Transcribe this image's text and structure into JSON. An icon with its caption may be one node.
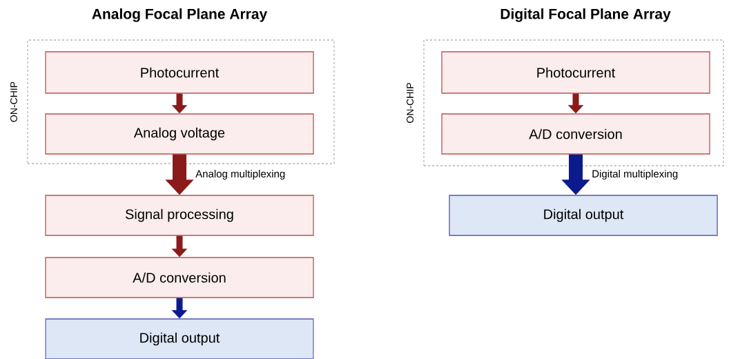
{
  "diagram": {
    "nodes": [
      {
        "text": [
          "ON-CHIP"
        ]
      },
      {
        "text": [
          "Photocurrent"
        ],
        "in": 0
      },
      {
        "text": [
          "Analog voltage"
        ],
        "in": 0
      },
      {
        "text": [
          "Signal processing"
        ]
      },
      {
        "text": [
          "A/D conversion"
        ]
      },
      {
        "text": [
          "Digital output"
        ]
      },
      {
        "text": [
          "ON-CHIP"
        ]
      },
      {
        "text": [
          "Photocurrent"
        ],
        "in": 6
      },
      {
        "text": [
          "A/D conversion"
        ],
        "in": 6
      },
      {
        "text": [
          "Digital output"
        ]
      }
    ],
    "edges": [
      {
        "from": 1,
        "to": 2,
        "arrow": "to"
      },
      {
        "from": 2,
        "to": 3,
        "arrow": "to",
        "label": "Analog multiplexing",
        "style": "thick"
      },
      {
        "from": 3,
        "to": 4,
        "arrow": "to"
      },
      {
        "from": 4,
        "to": 5,
        "arrow": "to",
        "color": "#0b1a8c"
      },
      {
        "from": 7,
        "to": 8,
        "arrow": "to"
      },
      {
        "from": 8,
        "to": 9,
        "arrow": "to",
        "label": "Digital multiplexing",
        "style": "thick",
        "color": "#0b1a8c"
      }
    ],
    "labels": [
      "Analog Focal Plane Array",
      "Digital Focal Plane Array"
    ]
  }
}
